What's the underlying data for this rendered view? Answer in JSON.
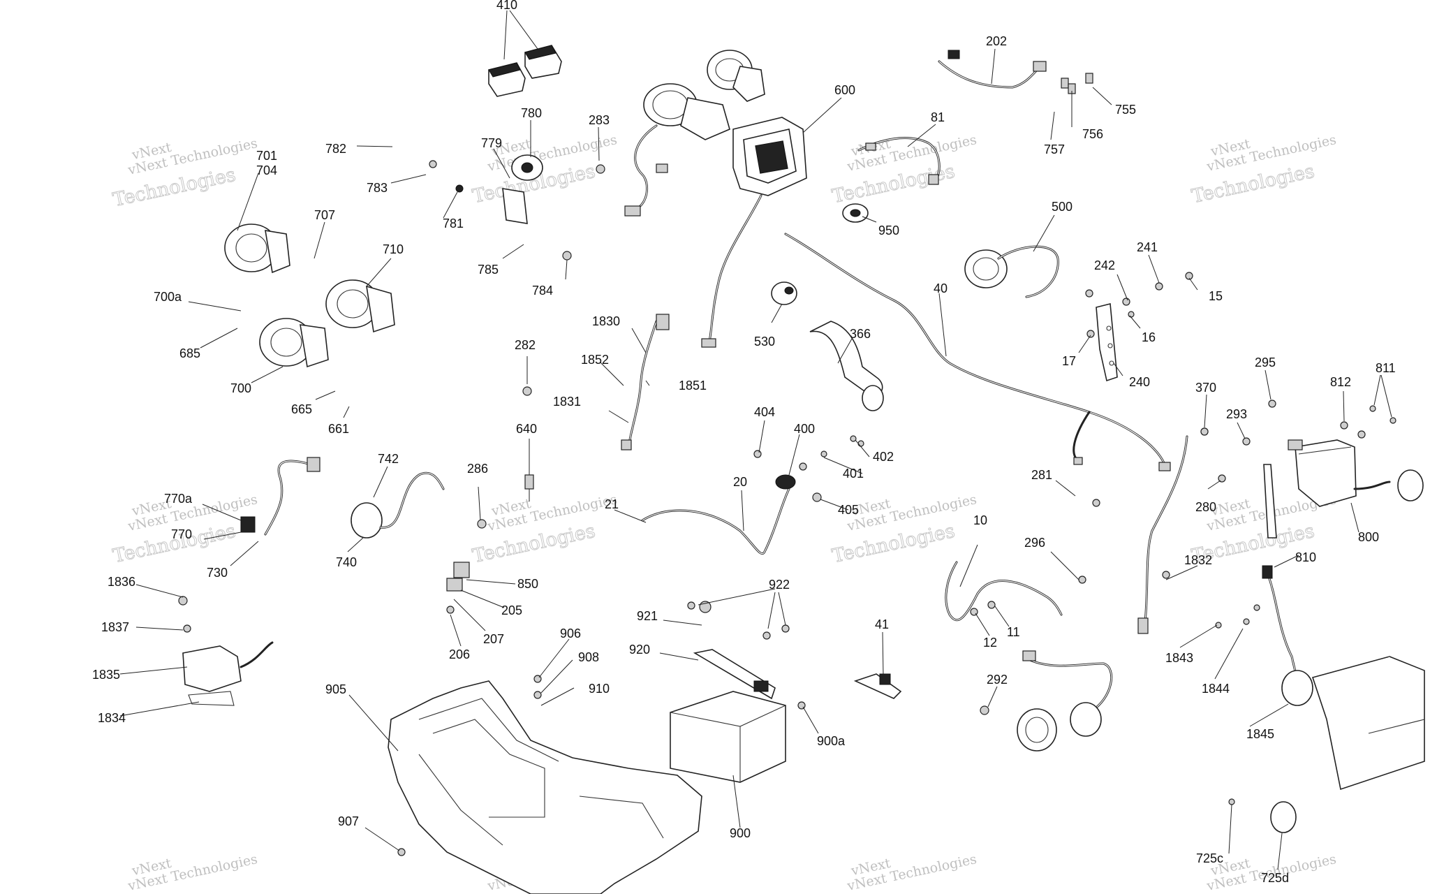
{
  "watermark": {
    "line1": "vNext Technologies",
    "line2": "Technologies",
    "stamp": "vNext"
  },
  "callouts": [
    "410",
    "202",
    "600",
    "755",
    "756",
    "757",
    "81",
    "950",
    "782",
    "783",
    "780",
    "779",
    "283",
    "781",
    "785",
    "784",
    "701",
    "704",
    "707",
    "710",
    "700a",
    "685",
    "700",
    "665",
    "661",
    "282",
    "1830",
    "1852",
    "1851",
    "1831",
    "640",
    "530",
    "366",
    "40",
    "500",
    "241",
    "15",
    "242",
    "16",
    "17",
    "240",
    "404",
    "400",
    "402",
    "401",
    "405",
    "21",
    "20",
    "286",
    "742",
    "740",
    "770a",
    "770",
    "730",
    "1836",
    "1837",
    "1835",
    "1834",
    "850",
    "205",
    "207",
    "206",
    "906",
    "908",
    "910",
    "905",
    "907",
    "921",
    "922",
    "920",
    "900a",
    "900",
    "41",
    "10",
    "11",
    "12",
    "292",
    "281",
    "296",
    "370",
    "295",
    "293",
    "280",
    "812",
    "811",
    "800",
    "1832",
    "810",
    "1843",
    "1844",
    "1845",
    "725c",
    "725d"
  ]
}
